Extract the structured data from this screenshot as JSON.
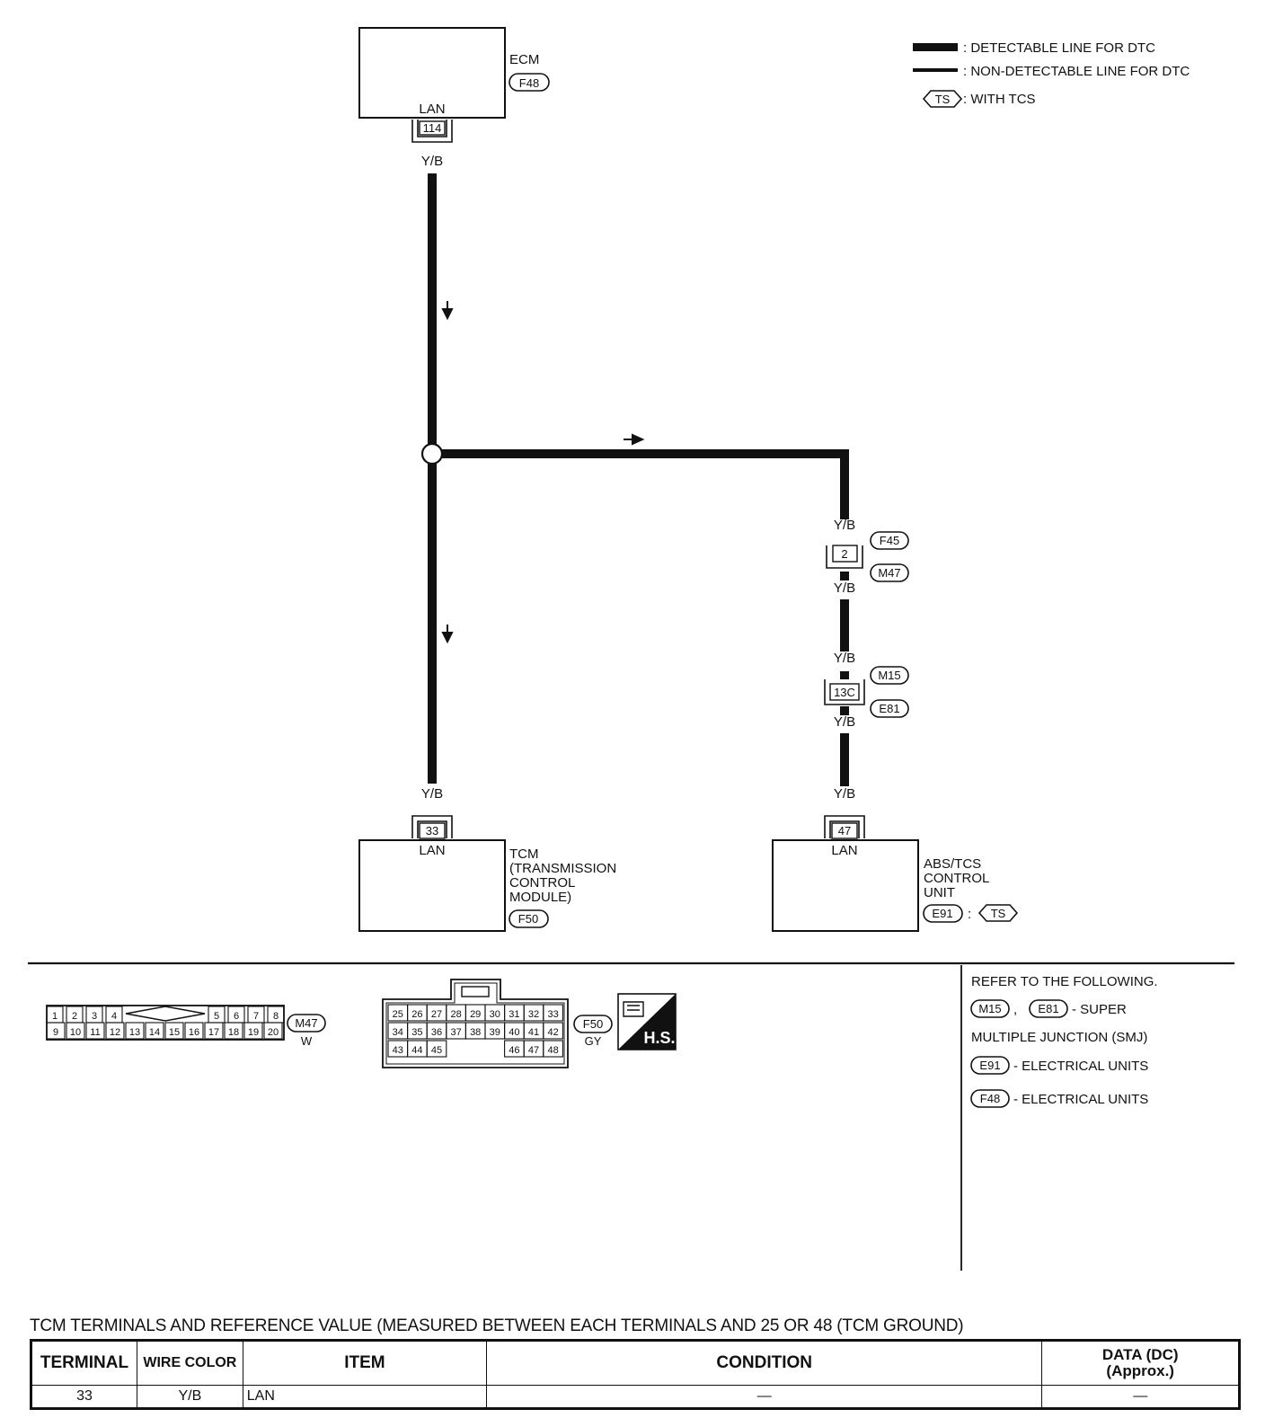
{
  "legend": {
    "detectable": ": DETECTABLE LINE FOR DTC",
    "non_detectable": ": NON-DETECTABLE LINE FOR DTC",
    "tcs_code": "TS",
    "tcs_text": ": WITH TCS"
  },
  "ecm": {
    "name": "ECM",
    "connector": "F48",
    "port": "LAN",
    "terminal": "114",
    "wire": "Y/B"
  },
  "tcm": {
    "name_lines": [
      "TCM",
      "(TRANSMISSION",
      "CONTROL",
      "MODULE)"
    ],
    "connector": "F50",
    "port": "LAN",
    "terminal": "33",
    "wire": "Y/B"
  },
  "abs": {
    "name_lines": [
      "ABS/TCS",
      "CONTROL",
      "UNIT"
    ],
    "connector": "E91",
    "sep": ":",
    "tcs_code": "TS",
    "port": "LAN",
    "terminal": "47",
    "wire": "Y/B"
  },
  "joint1": {
    "terminal": "2",
    "conn_top": "F45",
    "conn_bottom": "M47",
    "wire_top": "Y/B",
    "wire_bottom": "Y/B"
  },
  "joint2": {
    "terminal": "13C",
    "conn_top": "M15",
    "conn_bottom": "E81",
    "wire_top": "Y/B",
    "wire_bottom": "Y/B"
  },
  "connector_m47": {
    "code": "M47",
    "color": "W",
    "row1": [
      "1",
      "2",
      "3",
      "4",
      "5",
      "6",
      "7",
      "8"
    ],
    "row2": [
      "9",
      "10",
      "11",
      "12",
      "13",
      "14",
      "15",
      "16",
      "17",
      "18",
      "19",
      "20"
    ]
  },
  "connector_f50": {
    "code": "F50",
    "color": "GY",
    "row1": [
      "25",
      "26",
      "27",
      "28",
      "29",
      "30",
      "31",
      "32",
      "33"
    ],
    "row2": [
      "34",
      "35",
      "36",
      "37",
      "38",
      "39",
      "40",
      "41",
      "42"
    ],
    "row3a": [
      "43",
      "44",
      "45"
    ],
    "row3b": [
      "46",
      "47",
      "48"
    ],
    "hs": "H.S."
  },
  "refer": {
    "title": "REFER TO THE FOLLOWING.",
    "smj_codes": [
      "M15",
      "E81"
    ],
    "smj_sep": ",",
    "smj_text_1": "- SUPER",
    "smj_text_2": "MULTIPLE JUNCTION (SMJ)",
    "e91": "E91",
    "e91_text": "- ELECTRICAL UNITS",
    "f48": "F48",
    "f48_text": "- ELECTRICAL UNITS"
  },
  "table": {
    "title": "TCM TERMINALS AND REFERENCE VALUE (MEASURED BETWEEN EACH TERMINALS AND 25 OR 48 (TCM GROUND)",
    "headers": {
      "terminal": "TERMINAL",
      "wire_color": "WIRE COLOR",
      "item": "ITEM",
      "condition": "CONDITION",
      "data_1": "DATA (DC)",
      "data_2": "(Approx.)"
    },
    "rows": [
      {
        "terminal": "33",
        "wire_color": "Y/B",
        "item": "LAN",
        "condition": "—",
        "data": "—"
      }
    ]
  }
}
